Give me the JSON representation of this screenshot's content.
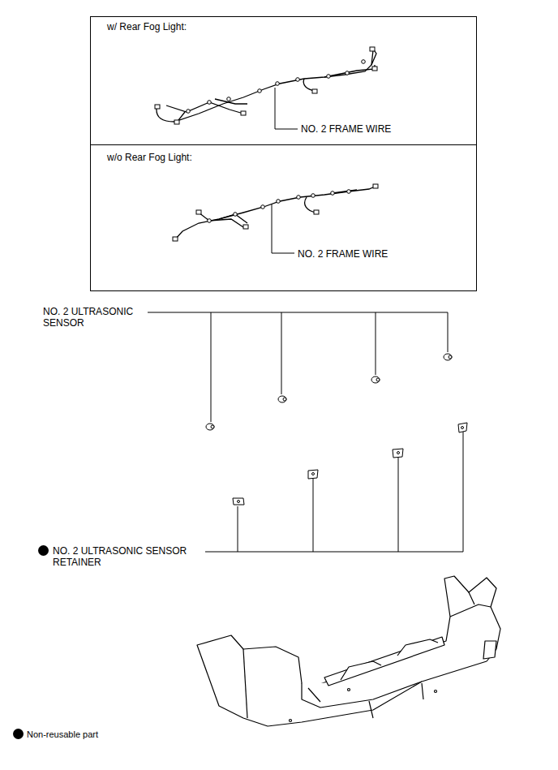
{
  "diagram": {
    "nodes": [
      {
        "text": [
          "w/ Rear Fog Light:",
          "NO. 2 FRAME WIRE"
        ]
      },
      {
        "text": [
          "w/o Rear Fog Light:",
          "NO. 2 FRAME WIRE"
        ]
      }
    ],
    "labels": [
      "NO. 2 ULTRASONIC SENSOR",
      "NO. 2 ULTRASONIC SENSOR RETAINER"
    ],
    "legend": [
      {
        "text": "Non-reusable part",
        "color": "#000000"
      }
    ]
  }
}
